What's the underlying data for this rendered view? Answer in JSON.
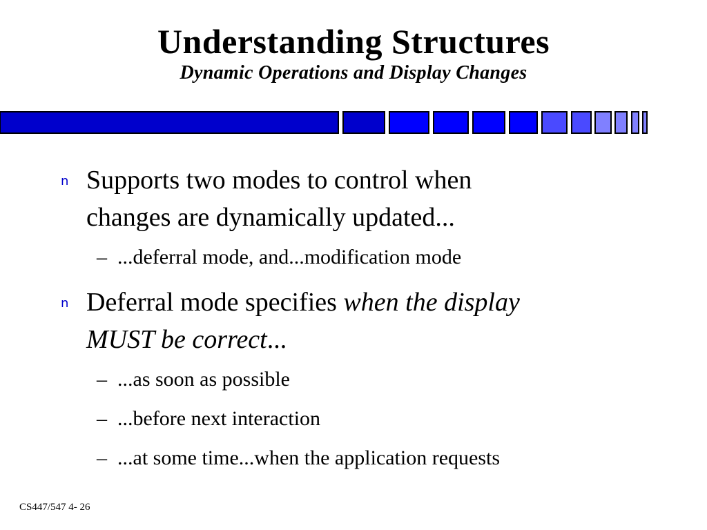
{
  "slide": {
    "title": "Understanding Structures",
    "subtitle": "Dynamic Operations and Display Changes",
    "bullet_marker": "n",
    "dash_marker": "–",
    "bullets": [
      {
        "line1": "Supports two modes to control when",
        "line2": "changes are dynamically updated...",
        "subs": [
          "...deferral mode, and...modification mode"
        ]
      },
      {
        "line1_normal": "Deferral mode specifies ",
        "line1_italic": "when the display",
        "line2_italic": "MUST be correct",
        "line2_normal": "...",
        "subs": [
          "...as soon as possible",
          "...before next interaction",
          "...at some time...when the application requests"
        ]
      }
    ],
    "footer": "CS447/547 4- 26"
  },
  "colors": {
    "dark_blue": "#0000cc",
    "mid_blue": "#0000ff",
    "light_blue": "#4a4aff",
    "pale_blue": "#8080ff",
    "outline": "#000000"
  }
}
